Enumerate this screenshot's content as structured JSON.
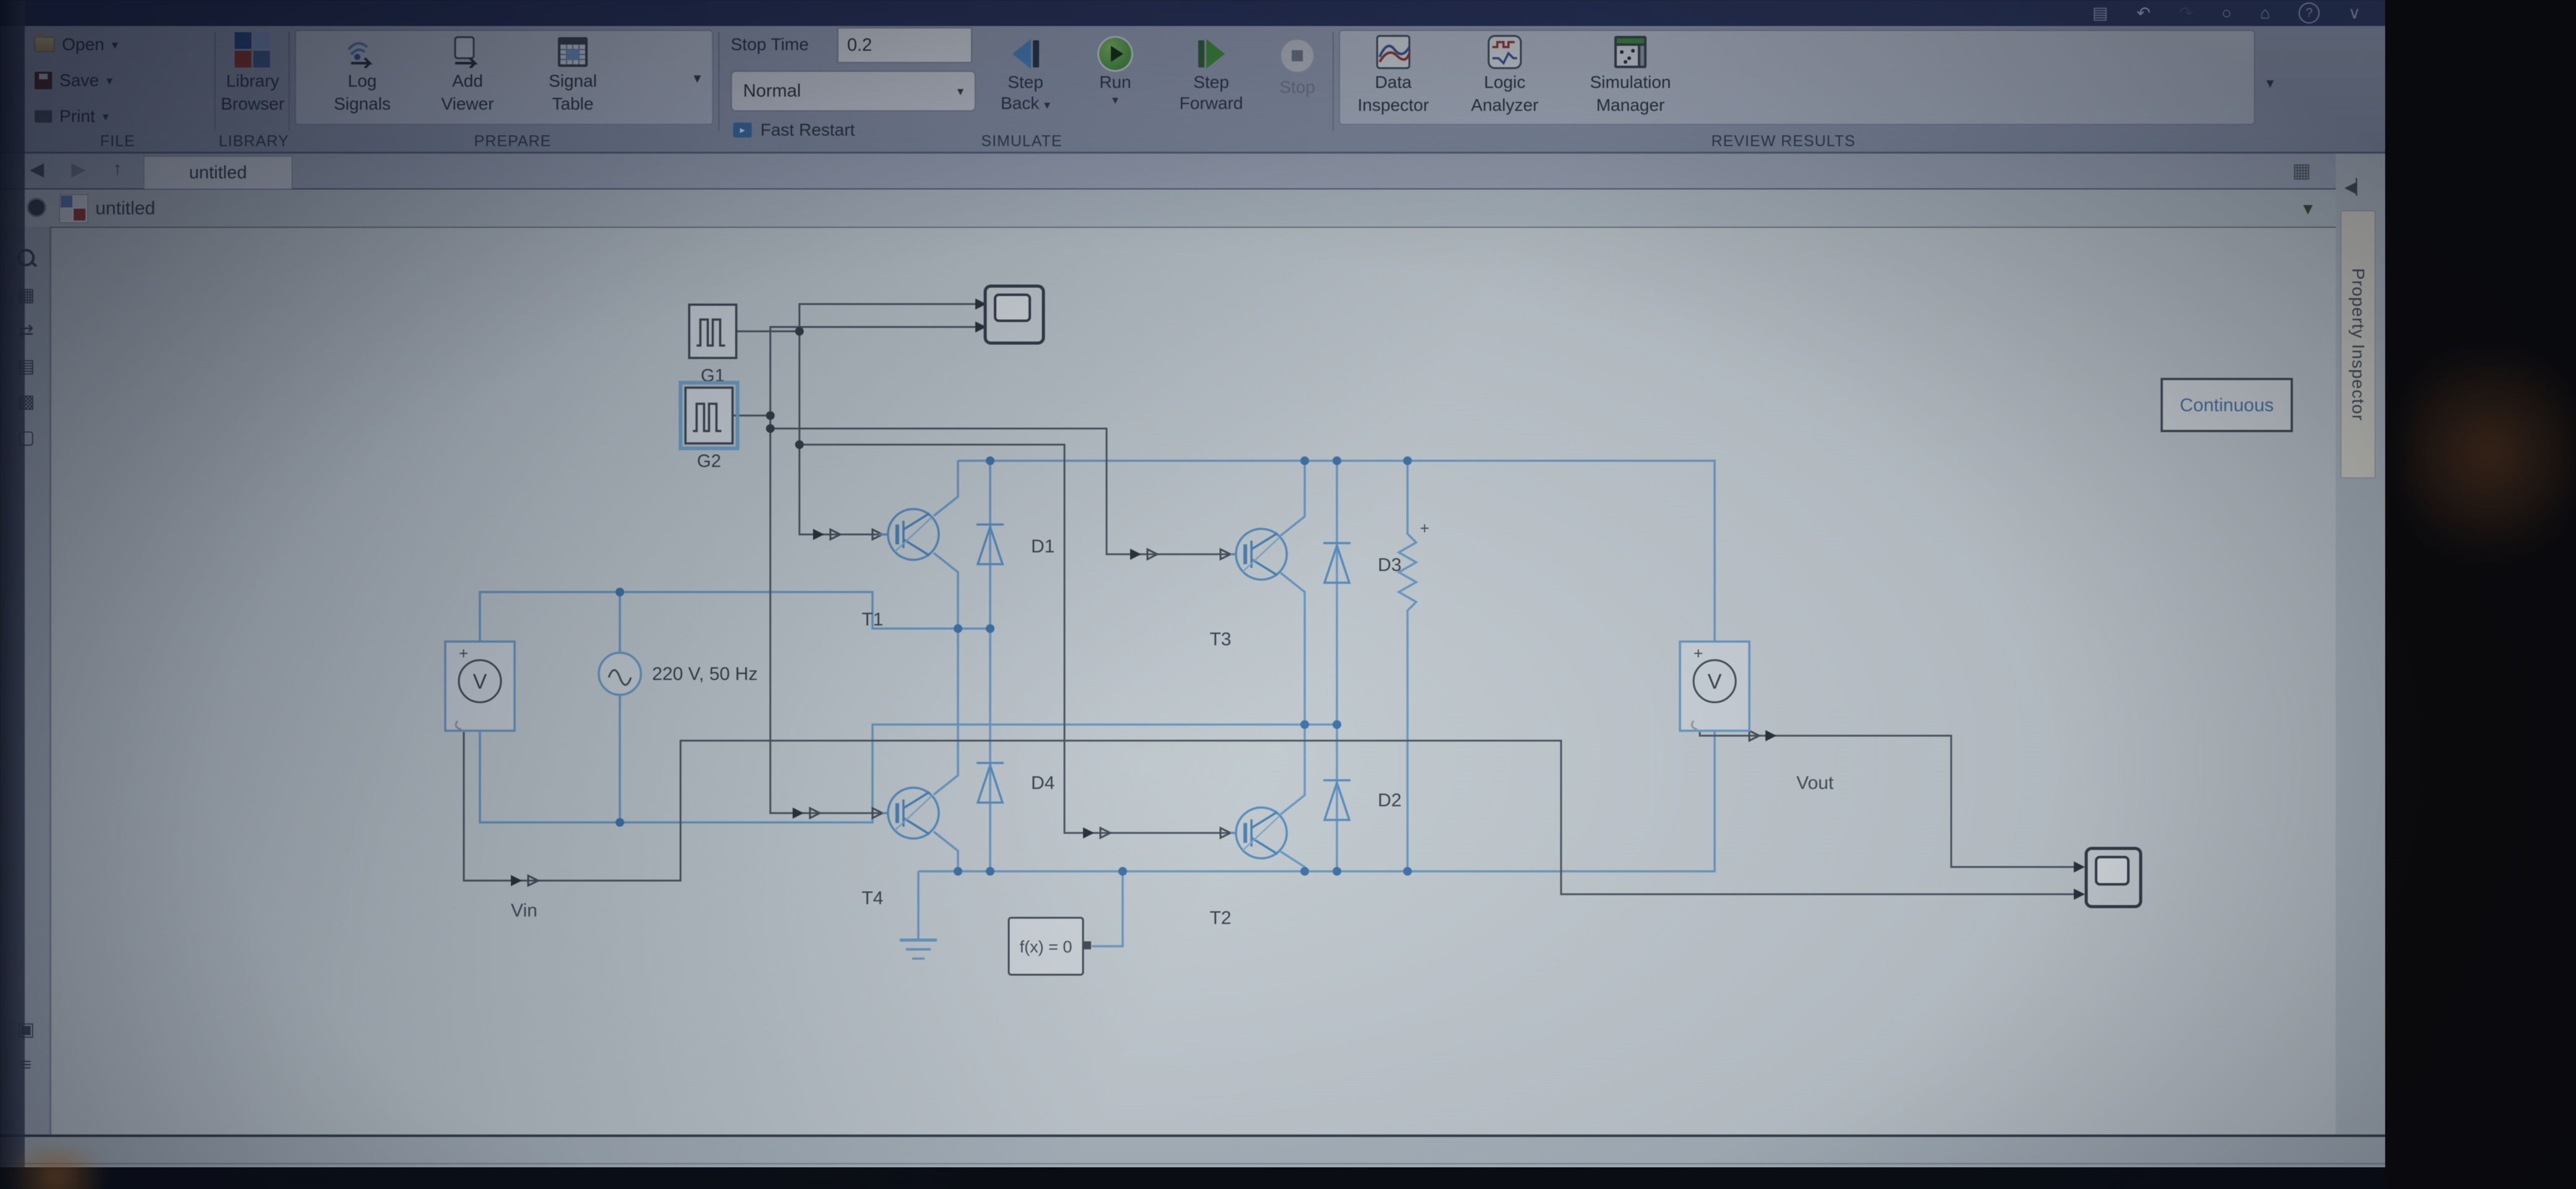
{
  "titlebar": {
    "icons": [
      "save-icon",
      "undo-icon",
      "redo-icon",
      "search-icon",
      "find-in-model-icon",
      "help-icon",
      "chevron-down-icon"
    ]
  },
  "ribbon": {
    "file": {
      "section": "FILE",
      "open": "Open",
      "save": "Save",
      "print": "Print"
    },
    "library": {
      "section": "LIBRARY",
      "l1": "Library",
      "l2": "Browser"
    },
    "prepare": {
      "section": "PREPARE",
      "items": [
        {
          "l1": "Log",
          "l2": "Signals"
        },
        {
          "l1": "Add",
          "l2": "Viewer"
        },
        {
          "l1": "Signal",
          "l2": "Table"
        }
      ]
    },
    "simulate": {
      "section": "SIMULATE",
      "stop_time_label": "Stop Time",
      "stop_time_value": "0.2",
      "mode_value": "Normal",
      "fast_restart_label": "Fast Restart",
      "step_back_l1": "Step",
      "step_back_l2": "Back",
      "run_label": "Run",
      "step_forward_l1": "Step",
      "step_forward_l2": "Forward",
      "stop_label": "Stop"
    },
    "review": {
      "section": "REVIEW RESULTS",
      "items": [
        {
          "l1": "Data",
          "l2": "Inspector"
        },
        {
          "l1": "Logic",
          "l2": "Analyzer"
        },
        {
          "l1": "Simulation",
          "l2": "Manager"
        }
      ]
    }
  },
  "tabbar": {
    "active_tab": "untitled"
  },
  "breadcrumb": {
    "model": "untitled"
  },
  "right_panel": {
    "tab_label": "Property Inspector"
  },
  "canvas": {
    "labels": {
      "g1": "G1",
      "g2": "G2",
      "t1": "T1",
      "t2": "T2",
      "t3": "T3",
      "t4": "T4",
      "d1": "D1",
      "d2": "D2",
      "d3": "D3",
      "d4": "D4",
      "source": "220 V, 50 Hz",
      "vout": "Vout",
      "vin": "Vin",
      "fx": "f(x) = 0",
      "continuous": "Continuous",
      "voltmeter_letter": "V",
      "plus": "+"
    }
  },
  "colors": {
    "accent_blue": "#6fa8dc",
    "wire_gray": "#55606b",
    "run_green": "#3f9c35",
    "titlebar_navy": "#2c3766",
    "canvas_bg": "#d3dde2",
    "selection_blue": "#6db3e8"
  }
}
